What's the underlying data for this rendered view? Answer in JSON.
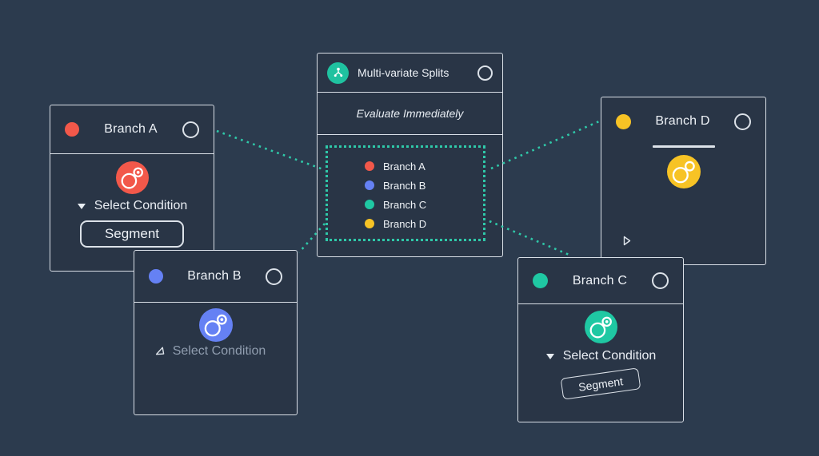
{
  "app": {
    "background_color": "#2c3b4e",
    "connector_color": "#2fc9a9",
    "node_border_color": "#d9dfe7"
  },
  "center_node": {
    "icon": "multivariate-splits-icon",
    "icon_color": "#1fc2a0",
    "title": "Multi-variate Splits",
    "evaluate_label": "Evaluate Immediately",
    "branches": [
      {
        "label": "Branch A",
        "color": "#f2584a"
      },
      {
        "label": "Branch B",
        "color": "#6581f4"
      },
      {
        "label": "Branch C",
        "color": "#1fc8a3"
      },
      {
        "label": "Branch D",
        "color": "#f7c325"
      }
    ]
  },
  "branch_a": {
    "title": "Branch A",
    "color": "#f2584a",
    "icon": "segment-icon",
    "condition_label": "Select Condition",
    "tag_label": "Segment"
  },
  "branch_b": {
    "title": "Branch B",
    "color": "#6581f4",
    "icon": "segment-icon",
    "condition_label": "Select Condition"
  },
  "branch_c": {
    "title": "Branch C",
    "color": "#1fc8a3",
    "icon": "segment-icon",
    "condition_label": "Select Condition",
    "tag_label": "Segment"
  },
  "branch_d": {
    "title": "Branch D",
    "color": "#f7c325",
    "icon": "segment-icon"
  }
}
